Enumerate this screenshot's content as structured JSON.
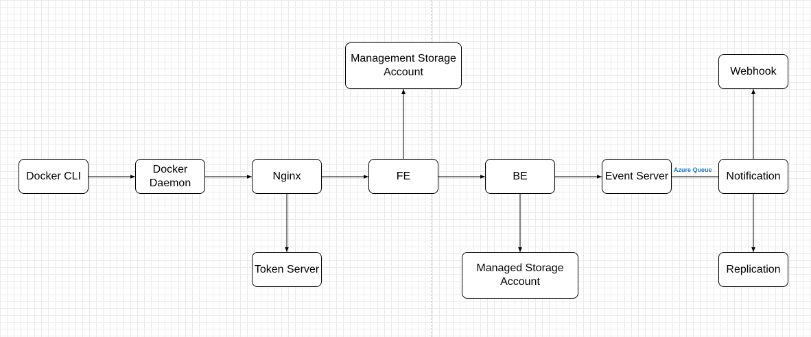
{
  "nodes": {
    "docker_cli": "Docker CLI",
    "docker_daemon": "Docker\nDaemon",
    "nginx": "Nginx",
    "fe": "FE",
    "be": "BE",
    "event_server": "Event Server",
    "notification": "Notification",
    "webhook": "Webhook",
    "replication": "Replication",
    "token_server": "Token Server",
    "management_storage": "Management Storage\nAccount",
    "managed_storage": "Managed Storage\nAccount"
  },
  "edge_labels": {
    "azure_queue": "Azure Queue"
  },
  "colors": {
    "edge_label": "#1a73c9",
    "grid": "#ebebeb",
    "stroke": "#000000"
  }
}
